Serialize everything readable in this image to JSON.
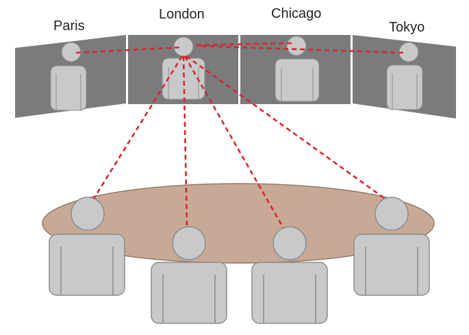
{
  "diagram": {
    "screens": [
      {
        "id": "paris",
        "label": "Paris"
      },
      {
        "id": "london",
        "label": "London"
      },
      {
        "id": "chicago",
        "label": "Chicago"
      },
      {
        "id": "tokyo",
        "label": "Tokyo"
      }
    ],
    "colors": {
      "screen": "#7a7b7d",
      "person_fill": "#c8c9cb",
      "person_stroke": "#8a8b8d",
      "table": "#c8a996",
      "table_stroke": "#8f7a6c",
      "gaze_line": "#d7262b",
      "label": "#222222"
    }
  }
}
